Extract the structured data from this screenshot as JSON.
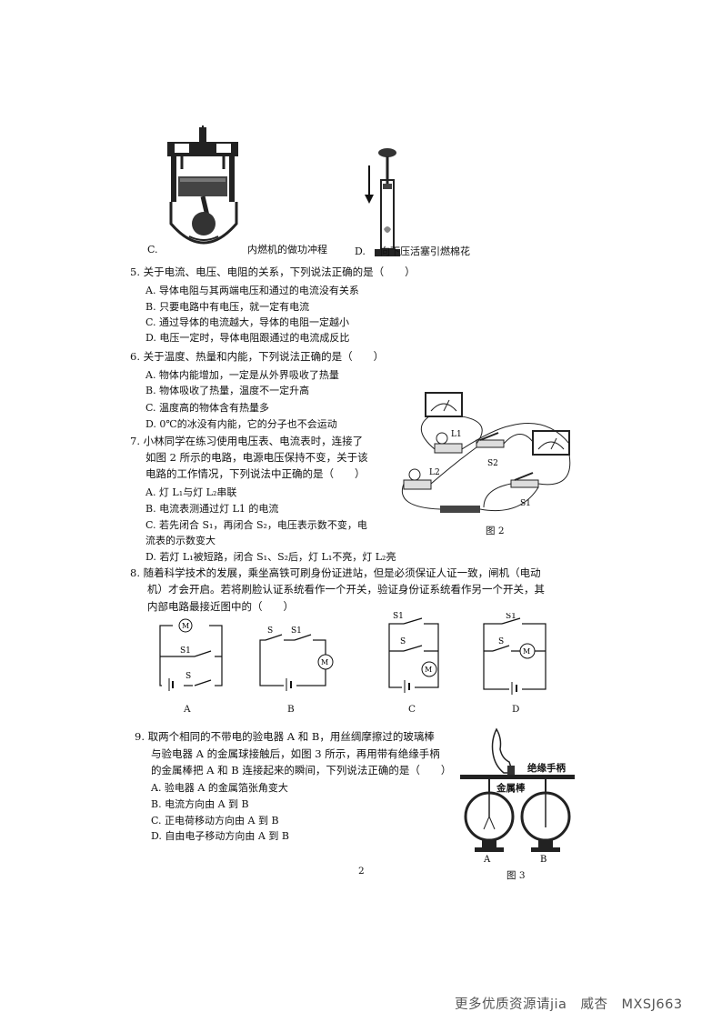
{
  "q4": {
    "opt_c_label": "C.",
    "opt_c_text": "内燃机的做功冲程",
    "opt_d_label": "D.",
    "opt_d_text": "向下压活塞引燃棉花"
  },
  "q5": {
    "stem": "5. 关于电流、电压、电阻的关系，下列说法正确的是（　　）",
    "options": [
      "A. 导体电阻与其两端电压和通过的电流没有关系",
      "B. 只要电路中有电压，就一定有电流",
      "C. 通过导体的电流越大，导体的电阻一定越小",
      "D. 电压一定时，导体电阻跟通过的电流成反比"
    ]
  },
  "q6": {
    "stem": "6. 关于温度、热量和内能，下列说法正确的是（　　）",
    "options": [
      "A. 物体内能增加，一定是从外界吸收了热量",
      "B. 物体吸收了热量，温度不一定升高",
      "C. 温度高的物体含有热量多",
      "D. 0℃的冰没有内能，它的分子也不会运动"
    ]
  },
  "q7": {
    "stem_lines": [
      "7. 小林同学在练习使用电压表、电流表时，连接了",
      "如图 2 所示的电路，电源电压保持不变，关于该",
      "电路的工作情况，下列说法中正确的是（　　）"
    ],
    "options": [
      "A. 灯 L₁与灯 L₂串联",
      "B. 电流表测通过灯 L1 的电流",
      "C. 若先闭合 S₁，再闭合 S₂，电压表示数不变，电",
      "流表的示数变大",
      "D. 若灯 L₁被短路，闭合 S₁、S₂后，灯 L₁不亮，灯 L₂亮"
    ],
    "figure_caption": "图 2",
    "figure_labels": {
      "l1": "L1",
      "l2": "L2",
      "s1": "S1",
      "s2": "S2"
    }
  },
  "q8": {
    "stem_lines": [
      "8. 随着科学技术的发展，乘坐高铁可刷身份证进站，但是必须保证人证一致，闸机（电动",
      "机）才会开启。若将刷脸认证系统看作一个开关，验证身份证系统看作另一个开关，其",
      "内部电路最接近图中的（　　）"
    ],
    "circuits": [
      {
        "label": "A",
        "s1": "S1",
        "s": "S",
        "m": "M"
      },
      {
        "label": "B",
        "s1": "S1",
        "s": "S",
        "m": "M"
      },
      {
        "label": "C",
        "s1": "S1",
        "s": "S",
        "m": "M"
      },
      {
        "label": "D",
        "s1": "S1",
        "s": "S",
        "m": "M"
      }
    ]
  },
  "q9": {
    "stem_lines": [
      "9. 取两个相同的不带电的验电器 A 和 B，用丝绸摩擦过的玻璃棒",
      "与验电器 A 的金属球接触后，如图 3 所示，再用带有绝缘手柄",
      "的金属棒把 A 和 B 连接起来的瞬间，下列说法正确的是（　　）"
    ],
    "options": [
      "A. 验电器 A 的金属箔张角变大",
      "B. 电流方向由 A 到 B",
      "C. 正电荷移动方向由 A 到 B",
      "D. 自由电子移动方向由 A 到 B"
    ],
    "figure_labels": {
      "handle": "绝缘手柄",
      "rod": "金属棒",
      "a": "A",
      "b": "B"
    },
    "figure_caption": "图 3"
  },
  "page_number": "2",
  "footer": "更多优质资源请jia　威杏　MXSJ663"
}
